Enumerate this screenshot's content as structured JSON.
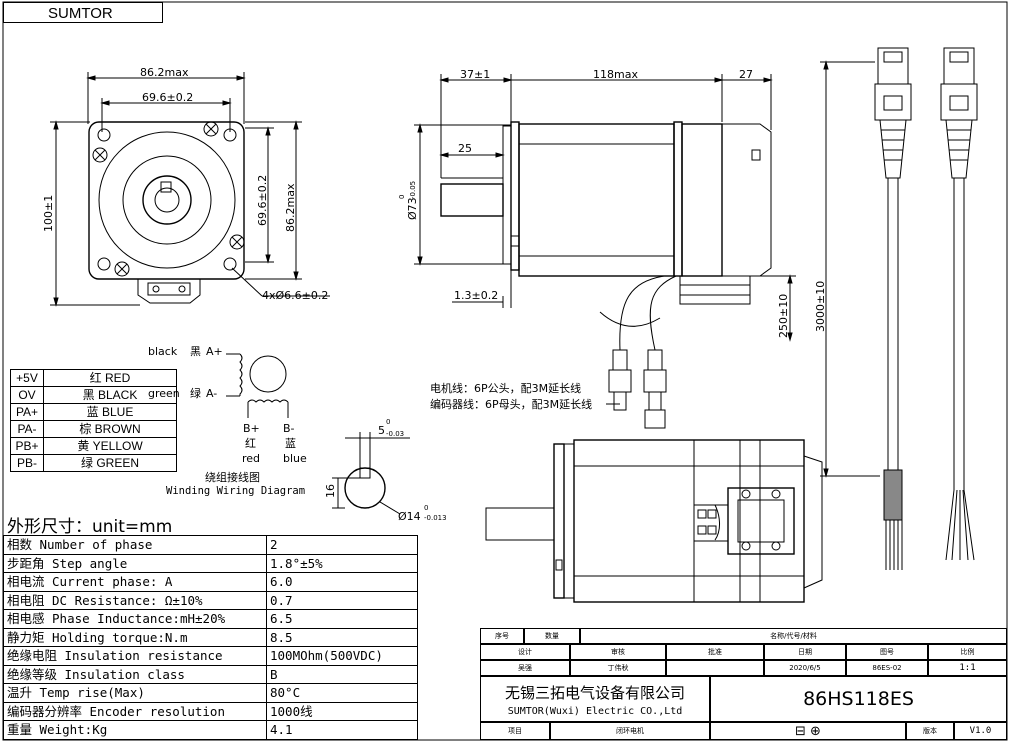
{
  "brand": "SUMTOR",
  "dimensions": {
    "front_width_max": "86.2max",
    "front_hole_spacing_h": "69.6±0.2",
    "front_hole_spacing_v": "69.6±0.2",
    "front_height_max": "86.2max",
    "flange_height": "100±1",
    "mount_holes": "4xØ6.6±0.2",
    "shaft_length": "37±1",
    "body_length": "118max",
    "encoder_length": "27",
    "key_length": "25",
    "pilot_diameter": "Ø73",
    "pilot_tol_upper": "0",
    "pilot_tol_lower": "-0.05",
    "flange_thickness": "1.3±0.2",
    "lead_length": "250±10",
    "cable_length": "3000±10",
    "key_width": "5",
    "key_tol_upper": "0",
    "key_tol_lower": "-0.03",
    "shaft_flat": "16",
    "shaft_diameter": "Ø14",
    "shaft_tol_upper": "0",
    "shaft_tol_lower": "-0.013"
  },
  "cable_notes": {
    "motor_line": "电机线：6P公头，配3M延长线",
    "encoder_line": "编码器线：6P母头，配3M延长线"
  },
  "winding": {
    "black": "black",
    "black_cn": "黑",
    "a_plus": "A+",
    "green": "green",
    "green_cn": "绿",
    "a_minus": "A-",
    "b_plus": "B+",
    "b_minus": "B-",
    "red_cn": "红",
    "red": "red",
    "blue_cn": "蓝",
    "blue": "blue",
    "caption_cn": "绕组接线图",
    "caption_en": "Winding Wiring Diagram"
  },
  "wire_table": [
    {
      "pin": "+5V",
      "color": "红 RED"
    },
    {
      "pin": "OV",
      "color": "黑 BLACK"
    },
    {
      "pin": "PA+",
      "color": "蓝 BLUE"
    },
    {
      "pin": "PA-",
      "color": "棕 BROWN"
    },
    {
      "pin": "PB+",
      "color": "黄 YELLOW"
    },
    {
      "pin": "PB-",
      "color": "绿 GREEN"
    }
  ],
  "spec_title": "外形尺寸：unit=mm",
  "specs": [
    {
      "label": "相数 Number of phase",
      "value": "2"
    },
    {
      "label": "步距角 Step angle",
      "value": "1.8°±5%"
    },
    {
      "label": "相电流 Current phase: A",
      "value": "6.0"
    },
    {
      "label": "相电阻 DC Resistance: Ω±10%",
      "value": "0.7"
    },
    {
      "label": "相电感 Phase Inductance:mH±20%",
      "value": "6.5"
    },
    {
      "label": "静力矩 Holding torque:N.m",
      "value": "8.5"
    },
    {
      "label": "绝缘电阻 Insulation resistance",
      "value": "100MOhm(500VDC)"
    },
    {
      "label": "绝缘等级 Insulation class",
      "value": "B"
    },
    {
      "label": "温升 Temp rise(Max)",
      "value": "80°C"
    },
    {
      "label": "编码器分辨率 Encoder resolution",
      "value": "1000线"
    },
    {
      "label": "重量 Weight:Kg",
      "value": "4.1"
    }
  ],
  "title_block": {
    "seq": "序号",
    "qty": "数量",
    "name_code_material": "名称/代号/材料",
    "design": "设计",
    "check": "审核",
    "approve": "批准",
    "date": "日期",
    "drawing_no": "图号",
    "scale": "比例",
    "designer": "吴强",
    "checker": "丁伟秋",
    "date_value": "2020/6/5",
    "drawing_no_value": "86ES-02",
    "scale_value": "1:1",
    "company_cn": "无锡三拓电气设备有限公司",
    "company_en": "SUMTOR(Wuxi) Electric CO.,Ltd",
    "model": "86HS118ES",
    "project": "项目",
    "project_value": "闭环电机",
    "version_label": "版本",
    "version": "V1.0"
  }
}
